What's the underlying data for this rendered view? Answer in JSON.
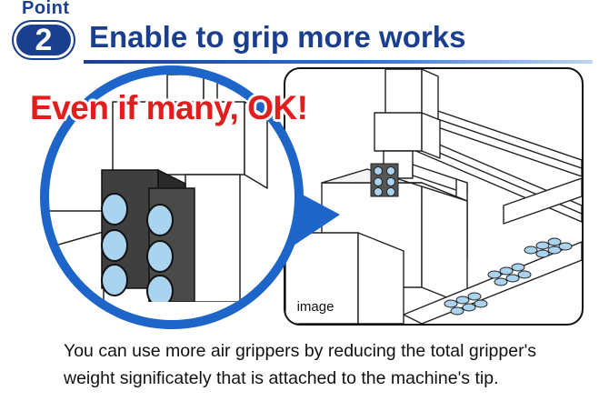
{
  "header": {
    "point_label": "Point",
    "point_number": "2",
    "title": "Enable to grip more works"
  },
  "callout": "Even if many, OK!",
  "image_tag": "image",
  "caption": {
    "line1": "You can use more air grippers by reducing the total gripper's",
    "line2": "weight significately that is attached to the machine's tip."
  },
  "colors": {
    "brand_blue": "#1a3f8f",
    "circle_blue": "#1d65c8",
    "callout_red": "#e21d1d",
    "gripper_fill": "#a9d3ef"
  },
  "icons": [
    "gripper-cluster-icon",
    "workpiece-tray-icon"
  ]
}
